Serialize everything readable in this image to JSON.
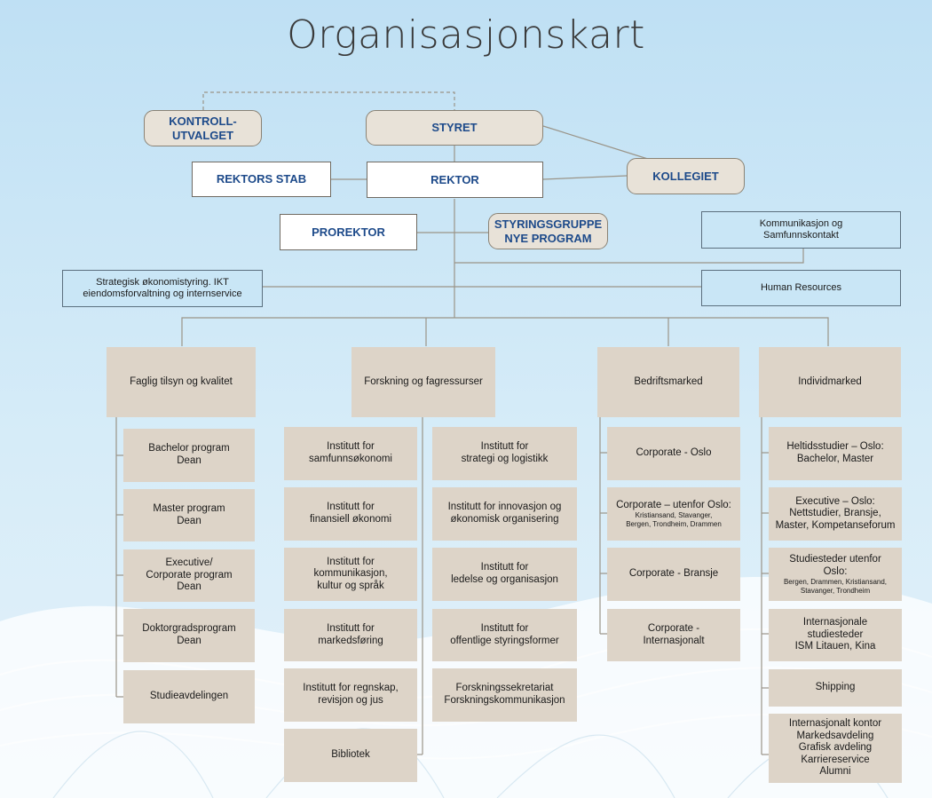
{
  "title": "Organisasjonskart",
  "top": {
    "kontrollutvalget": "KONTROLL-\nUTVALGET",
    "styret": "STYRET",
    "rektors_stab": "REKTORS STAB",
    "rektor": "REKTOR",
    "kollegiet": "KOLLEGIET",
    "prorektor": "PROREKTOR",
    "styringsgruppe": "STYRINGSGRUPPE\nNYE PROGRAM",
    "kommunikasjon": "Kommunikasjon og\nSamfunnskontakt",
    "strategisk": "Strategisk økonomistyring. IKT\neiendomsforvaltning og internservice",
    "human_resources": "Human Resources"
  },
  "columns": [
    {
      "header": "Faglig tilsyn og kvalitet",
      "items": [
        "Bachelor program\nDean",
        "Master program\nDean",
        "Executive/\nCorporate program\nDean",
        "Doktorgradsprogram\nDean",
        "Studieavdelingen"
      ]
    },
    {
      "header": "Forskning og fagressurser",
      "left_items": [
        "Institutt for\nsamfunnsøkonomi",
        "Institutt for\nfinansiell økonomi",
        "Institutt for\nkommunikasjon,\nkultur og språk",
        "Institutt for\nmarkedsføring",
        "Institutt for regnskap,\nrevisjon og jus",
        "Bibliotek"
      ],
      "right_items": [
        "Institutt for\nstrategi og logistikk",
        "Institutt for innovasjon og\nøkonomisk organisering",
        "Institutt for\nledelse og organisasjon",
        "Institutt for\noffentlige styringsformer",
        "Forskningssekretariat\nForskningskommunikasjon"
      ]
    },
    {
      "header": "Bedriftsmarked",
      "items": [
        {
          "main": "Corporate - Oslo",
          "sub": ""
        },
        {
          "main": "Corporate – utenfor Oslo:",
          "sub": "Kristiansand, Stavanger,\nBergen, Trondheim, Drammen"
        },
        {
          "main": "Corporate - Bransje",
          "sub": ""
        },
        {
          "main": "Corporate -\nInternasjonalt",
          "sub": ""
        }
      ]
    },
    {
      "header": "Individmarked",
      "items": [
        {
          "main": "Heltidsstudier – Oslo:\nBachelor, Master",
          "sub": ""
        },
        {
          "main": "Executive – Oslo:\nNettstudier, Bransje,\nMaster, Kompetanseforum",
          "sub": ""
        },
        {
          "main": "Studiesteder utenfor\nOslo:",
          "sub": "Bergen, Drammen, Kristiansand,\nStavanger, Trondheim"
        },
        {
          "main": "Internasjonale\nstudiesteder\nISM Litauen, Kina",
          "sub": ""
        },
        {
          "main": "Shipping",
          "sub": ""
        },
        {
          "main": "Internasjonalt kontor\nMarkedsavdeling\nGrafisk avdeling\nKarriereservice\nAlumni",
          "sub": ""
        }
      ]
    }
  ]
}
